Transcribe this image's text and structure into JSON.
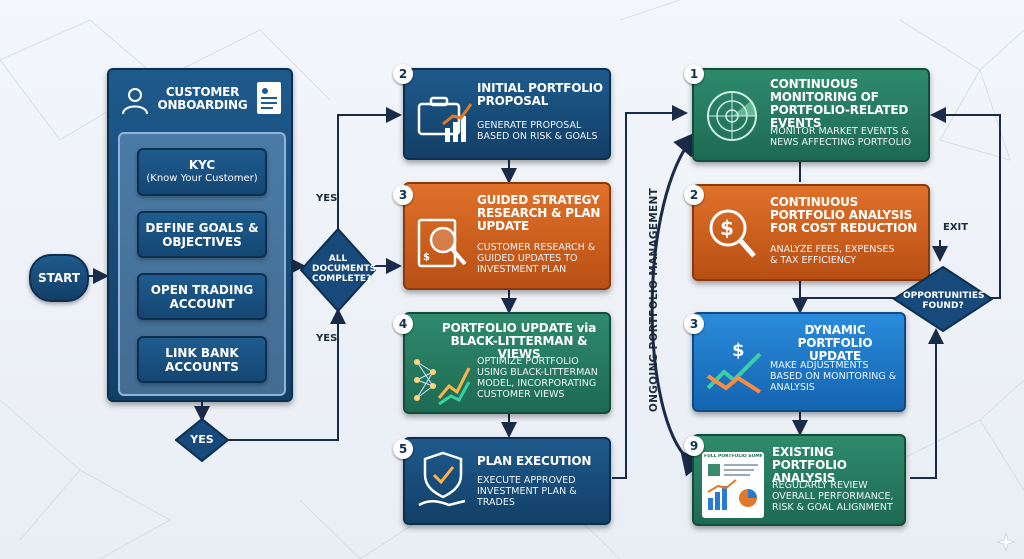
{
  "colors": {
    "blue": "#1e5a8c",
    "orange": "#e0712a",
    "green": "#2f8a6c",
    "bright_blue": "#2a8bdb",
    "arrow": "#1a2b4a"
  },
  "start": {
    "label": "START"
  },
  "onboarding": {
    "title": "CUSTOMER ONBOARDING",
    "icons": [
      "user-icon",
      "document-icon"
    ],
    "steps": [
      {
        "title": "KYC",
        "sub": "(Know Your Customer)"
      },
      {
        "title": "DEFINE GOALS & OBJECTIVES"
      },
      {
        "title": "OPEN TRADING ACCOUNT"
      },
      {
        "title": "LINK BANK ACCOUNTS"
      }
    ]
  },
  "yes_bottom": {
    "label": "YES"
  },
  "decision_docs": {
    "label": "ALL DOCUMENTS COMPLETE?",
    "yes_upper": "YES",
    "yes_lower": "YES"
  },
  "left_column": [
    {
      "badge": "2",
      "title": "INITIAL PORTFOLIO PROPOSAL",
      "desc": "GENERATE PROPOSAL BASED ON RISK & GOALS",
      "icon": "briefcase-icon"
    },
    {
      "badge": "3",
      "title": "GUIDED STRATEGY RESEARCH & PLAN UPDATE",
      "desc": "CUSTOMER RESEARCH & GUIDED UPDATES TO INVESTMENT PLAN",
      "icon": "magnifier-document-icon"
    },
    {
      "badge": "4",
      "title": "PORTFOLIO UPDATE via BLACK-LITTERMAN & VIEWS",
      "desc": "OPTIMIZE PORTFOLIO USING BLACK-LITTERMAN MODEL, INCORPORATING CUSTOMER VIEWS",
      "icon": "network-chart-icon"
    },
    {
      "badge": "5",
      "title": "PLAN EXECUTION",
      "desc": "EXECUTE APPROVED INVESTMENT PLAN & TRADES",
      "icon": "shield-hand-icon"
    }
  ],
  "cycle_label": "ONGOING PORTFOLIO MANAGEMENT",
  "right_column": [
    {
      "badge": "1",
      "title": "CONTINUOUS MONITORING OF PORTFOLIO-RELATED EVENTS",
      "desc": "MONITOR MARKET EVENTS & NEWS AFFECTING PORTFOLIO",
      "icon": "radar-icon"
    },
    {
      "badge": "2",
      "title": "CONTINUOUS PORTFOLIO ANALYSIS FOR COST REDUCTION",
      "desc": "ANALYZE FEES, EXPENSES & TAX EFFICIENCY",
      "icon": "dollar-magnifier-icon"
    },
    {
      "badge": "3",
      "title": "DYNAMIC PORTFOLIO UPDATE",
      "desc": "MAKE ADJUSTMENTS BASED ON MONITORING & ANALYSIS",
      "icon": "dollar-trend-icon"
    },
    {
      "badge": "9",
      "title": "EXISTING PORTFOLIO ANALYSIS",
      "desc": "REGULARLY REVIEW OVERALL PERFORMANCE, RISK & GOAL ALIGNMENT",
      "icon": "report-icon",
      "report_label": "FULL PORTFOLIO SUMMARY"
    }
  ],
  "decision_opps": {
    "label": "OPPORTUNITIES FOUND?",
    "exit": "EXIT"
  }
}
